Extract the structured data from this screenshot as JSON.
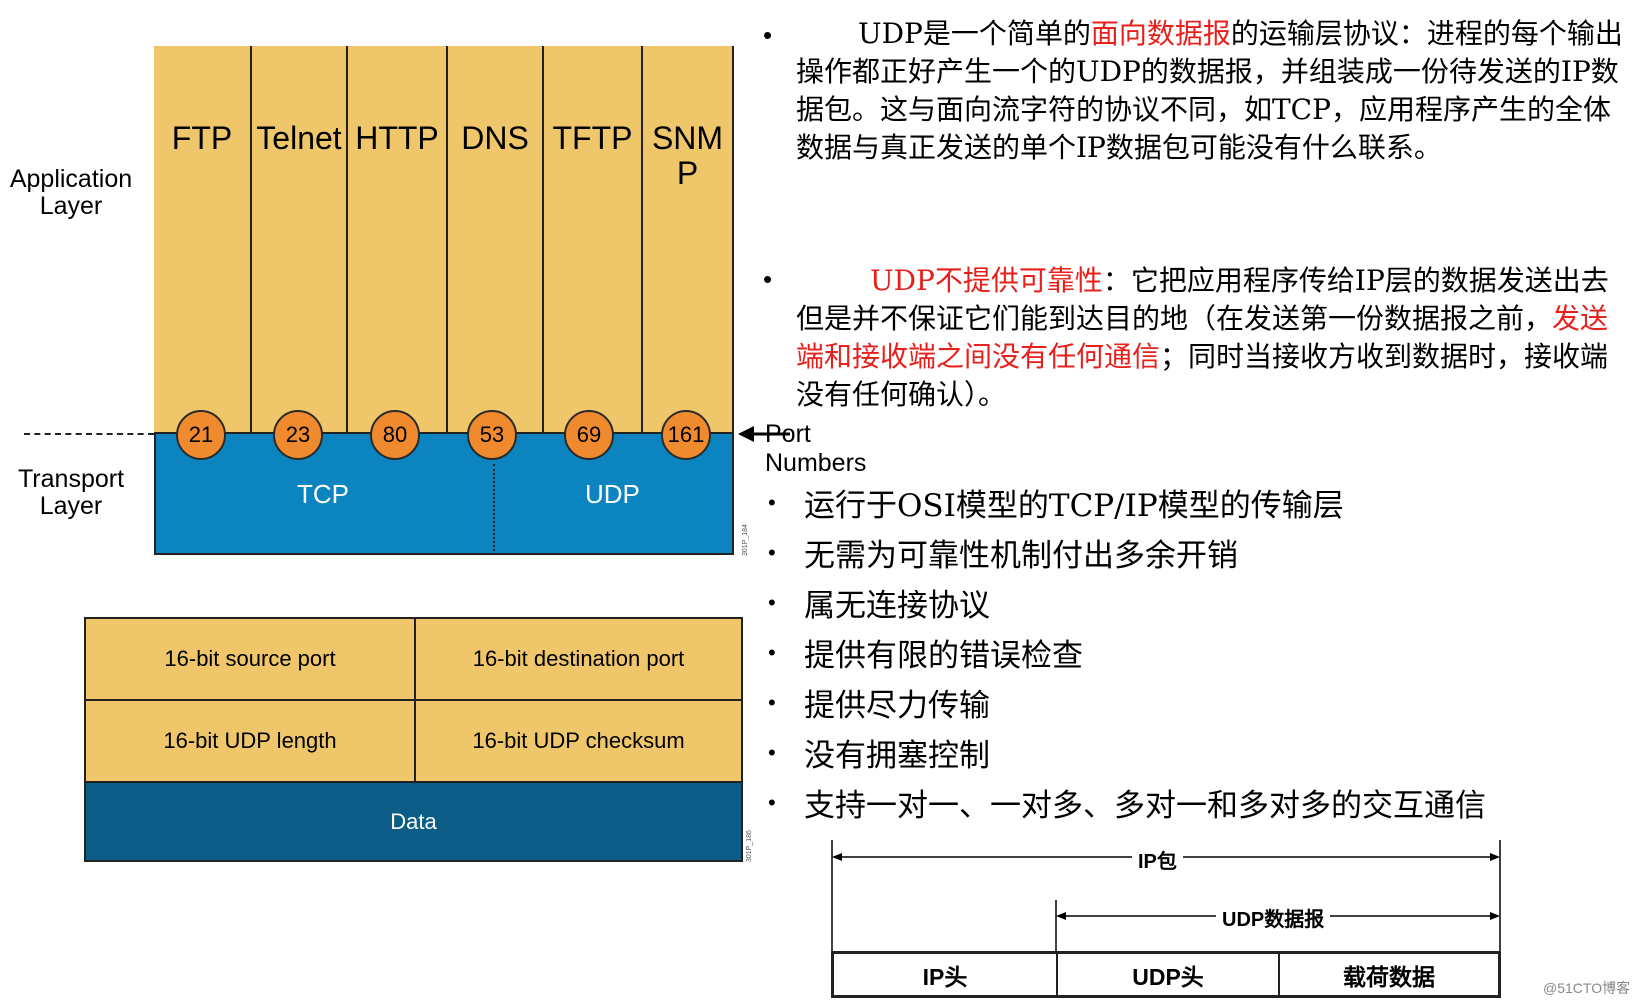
{
  "stack": {
    "application_layer": "Application\nLayer",
    "transport_layer": "Transport\nLayer",
    "port_numbers_label": "Port\nNumbers",
    "protocols": [
      {
        "name": "FTP",
        "port": "21"
      },
      {
        "name": "Telnet",
        "port": "23"
      },
      {
        "name": "HTTP",
        "port": "80"
      },
      {
        "name": "DNS",
        "port": "53"
      },
      {
        "name": "TFTP",
        "port": "69"
      },
      {
        "name": "SNMP",
        "port": "161"
      }
    ],
    "tcp_label": "TCP",
    "udp_label": "UDP",
    "stack_code": "301P_184",
    "header_code": "301P_186"
  },
  "udp_header": {
    "cells": [
      "16-bit source port",
      "16-bit destination port",
      "16-bit UDP length",
      "16-bit UDP checksum"
    ],
    "data_label": "Data"
  },
  "paragraphs": {
    "p1_a": "UDP是一个简单的",
    "p1_red": "面向数据报",
    "p1_b": "的运输层协议：进程的每个输出操作都正好产生一个的UDP的数据报，并组装成一份待发送的IP数据包。这与面向流字符的协议不同，如TCP，应用程序产生的全体数据与真正发送的单个IP数据包可能没有什么联系。",
    "p2_red1": "UDP不提供可靠性",
    "p2_a": "：它把应用程序传给IP层的数据发送出去但是并不保证它们能到达目的地（在发送第一份数据报之前，",
    "p2_red2": "发送端和接收端之间没有任何通信",
    "p2_b": "；同时当接收方收到数据时，接收端没有任何确认）。"
  },
  "features": [
    "运行于OSI模型的TCP/IP模型的传输层",
    "无需为可靠性机制付出多余开销",
    "属无连接协议",
    "提供有限的错误检查",
    "提供尽力传输",
    "没有拥塞控制",
    "支持一对一、一对多、多对一和多对多的交互通信"
  ],
  "packet": {
    "ip_packet": "IP包",
    "udp_datagram": "UDP数据报",
    "ip_header": "IP头",
    "udp_header": "UDP头",
    "payload": "载荷数据"
  },
  "watermark": "@51CTO博客",
  "colors": {
    "app": "#efc76a",
    "transport": "#0b84bf",
    "data": "#0b5c86",
    "port": "#f08a2e",
    "red": "#e8201c"
  }
}
